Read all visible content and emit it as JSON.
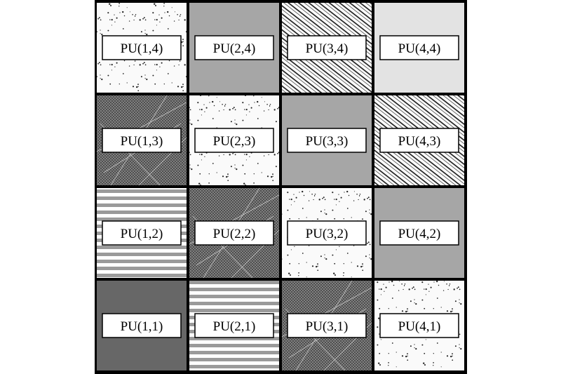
{
  "colors": {
    "grid_line": "#000000",
    "background": "#ffffff",
    "light_gray": "#e3e3e3",
    "mid_gray": "#a6a6a6",
    "dark_gray": "#676767",
    "speckle_bg": "#fafafa",
    "crosshatch_bg": "#8a8a8a",
    "stripe_dark": "#9a9a9a",
    "label_box": "#ffffff"
  },
  "grid": {
    "columns": 4,
    "rows": 4,
    "cells": [
      {
        "label": "PU(1,4)",
        "col": 1,
        "row": 4,
        "fill": "speckle"
      },
      {
        "label": "PU(2,4)",
        "col": 2,
        "row": 4,
        "fill": "mid-gray"
      },
      {
        "label": "PU(3,4)",
        "col": 3,
        "row": 4,
        "fill": "diagonal-lines"
      },
      {
        "label": "PU(4,4)",
        "col": 4,
        "row": 4,
        "fill": "light-gray"
      },
      {
        "label": "PU(1,3)",
        "col": 1,
        "row": 3,
        "fill": "crosshatch"
      },
      {
        "label": "PU(2,3)",
        "col": 2,
        "row": 3,
        "fill": "speckle"
      },
      {
        "label": "PU(3,3)",
        "col": 3,
        "row": 3,
        "fill": "mid-gray"
      },
      {
        "label": "PU(4,3)",
        "col": 4,
        "row": 3,
        "fill": "diagonal-lines"
      },
      {
        "label": "PU(1,2)",
        "col": 1,
        "row": 2,
        "fill": "horizontal-stripes"
      },
      {
        "label": "PU(2,2)",
        "col": 2,
        "row": 2,
        "fill": "crosshatch"
      },
      {
        "label": "PU(3,2)",
        "col": 3,
        "row": 2,
        "fill": "speckle"
      },
      {
        "label": "PU(4,2)",
        "col": 4,
        "row": 2,
        "fill": "mid-gray"
      },
      {
        "label": "PU(1,1)",
        "col": 1,
        "row": 1,
        "fill": "dark-gray"
      },
      {
        "label": "PU(2,1)",
        "col": 2,
        "row": 1,
        "fill": "horizontal-stripes"
      },
      {
        "label": "PU(3,1)",
        "col": 3,
        "row": 1,
        "fill": "crosshatch"
      },
      {
        "label": "PU(4,1)",
        "col": 4,
        "row": 1,
        "fill": "speckle"
      }
    ]
  }
}
